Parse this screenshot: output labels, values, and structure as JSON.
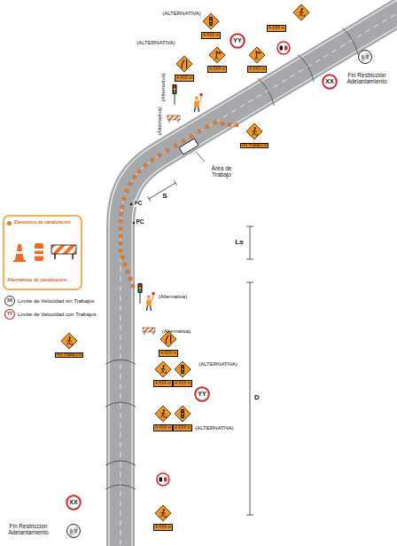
{
  "diagram": {
    "nodes": [
      {
        "text": [
          "A XXX m"
        ]
      },
      {
        "text": [
          "A XXX m"
        ]
      },
      {
        "text": [
          "YY"
        ]
      },
      {
        "text": [
          "A XXX m"
        ]
      },
      {
        "text": [
          "A XXX m"
        ]
      },
      {
        "text": [
          "A XXX m"
        ]
      },
      {
        "text": [
          "XX"
        ]
      },
      {
        "text": [
          "FIN TRABAJOS"
        ]
      },
      {
        "text": [
          "A XXX m"
        ]
      },
      {
        "text": [
          "FIN TRABAJOS"
        ]
      },
      {
        "text": [
          "A XXX m"
        ]
      },
      {
        "text": [
          "A XXX m"
        ]
      },
      {
        "text": [
          "YY"
        ]
      },
      {
        "text": [
          "A XXX m"
        ]
      },
      {
        "text": [
          "A XXX m"
        ]
      },
      {
        "text": [
          "XX"
        ]
      },
      {
        "text": [
          "A XXX m"
        ]
      }
    ],
    "labels": [
      "(ALTERNATIVA)",
      "(ALTERNATIVA)",
      "(Alternativa)",
      "(Alternativa)",
      "Área de Trabajo",
      "S",
      "FC",
      "PC",
      "Ls",
      "(Alternativa)",
      "(Alternativa)",
      "(ALTERNATIVA)",
      "(ALTERNATIVA)",
      "D",
      "Fin Restricción Adelantamiento",
      "Fin Restricción Adelantamiento",
      "XX",
      "YY"
    ],
    "legend": [
      {
        "text": "Elementos de canalización",
        "color": "#e8782a"
      },
      {
        "text": "Alternativas de canalización."
      },
      {
        "text": "Límite de Velocidad sin Trabajos"
      },
      {
        "text": "Límite de Velocidad con Trabajos"
      }
    ]
  }
}
